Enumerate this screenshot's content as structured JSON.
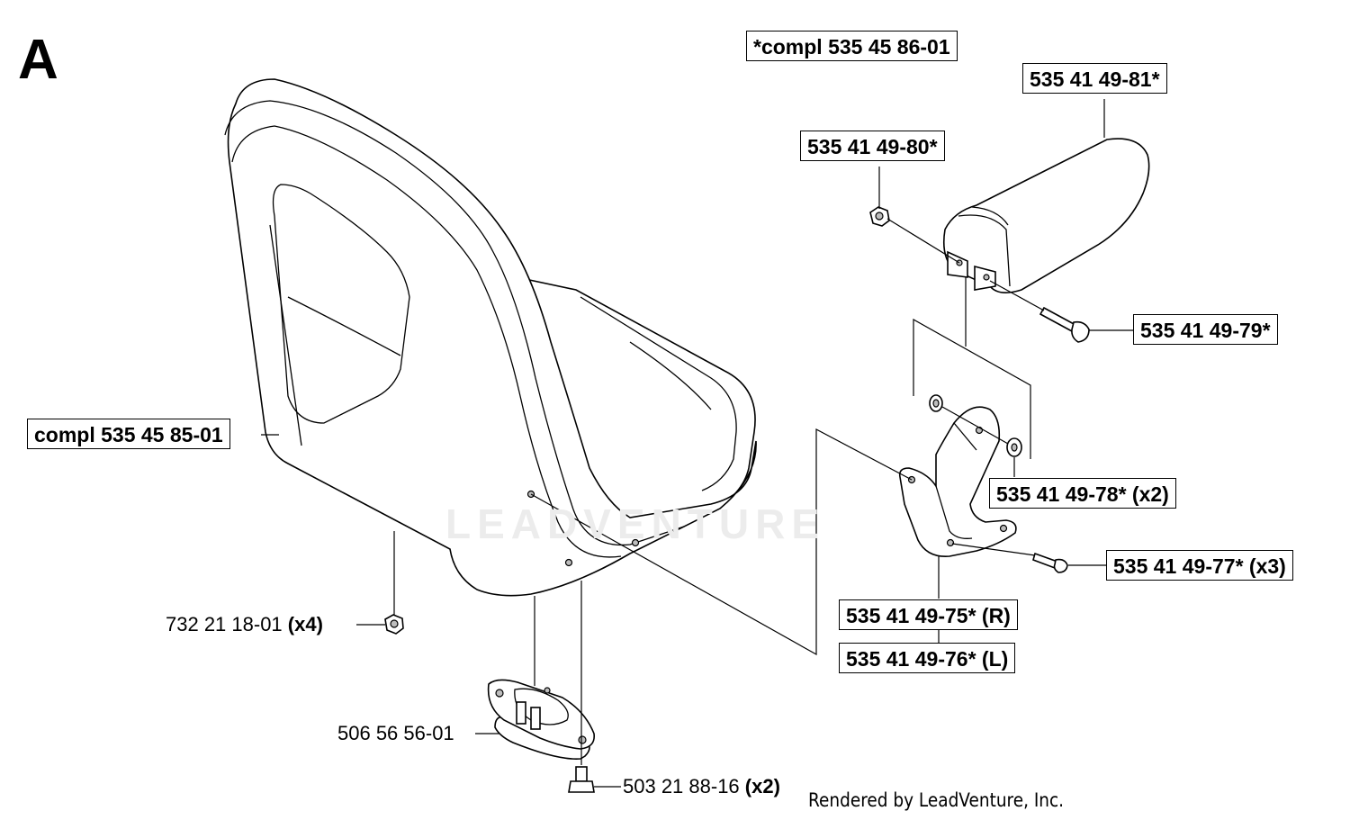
{
  "diagram": {
    "section": "A",
    "watermark": "LEADVENTURE",
    "footer": "Rendered by LeadVenture, Inc.",
    "parts": [
      {
        "id": "compl-535-45-86-01",
        "label": "*compl 535 45 86-01",
        "boxed": true
      },
      {
        "id": "535-41-49-81",
        "label": "535 41 49-81*",
        "boxed": true
      },
      {
        "id": "535-41-49-80",
        "label": "535 41 49-80*",
        "boxed": true
      },
      {
        "id": "535-41-49-79",
        "label": "535 41 49-79*",
        "boxed": true
      },
      {
        "id": "compl-535-45-85-01",
        "label": "compl 535 45 85-01",
        "boxed": true
      },
      {
        "id": "535-41-49-78",
        "label": "535 41 49-78* (x2)",
        "boxed": true
      },
      {
        "id": "535-41-49-77",
        "label": "535 41 49-77* (x3)",
        "boxed": true
      },
      {
        "id": "535-41-49-75",
        "label": "535 41 49-75* (R)",
        "boxed": true
      },
      {
        "id": "535-41-49-76",
        "label": "535 41 49-76* (L)",
        "boxed": true
      },
      {
        "id": "732-21-18-01",
        "number": "732 21 18-01",
        "qty": "(x4)",
        "boxed": false
      },
      {
        "id": "506-56-56-01",
        "number": "506 56 56-01",
        "qty": "",
        "boxed": false
      },
      {
        "id": "503-21-88-16",
        "number": "503 21 88-16",
        "qty": "(x2)",
        "boxed": false
      }
    ]
  }
}
